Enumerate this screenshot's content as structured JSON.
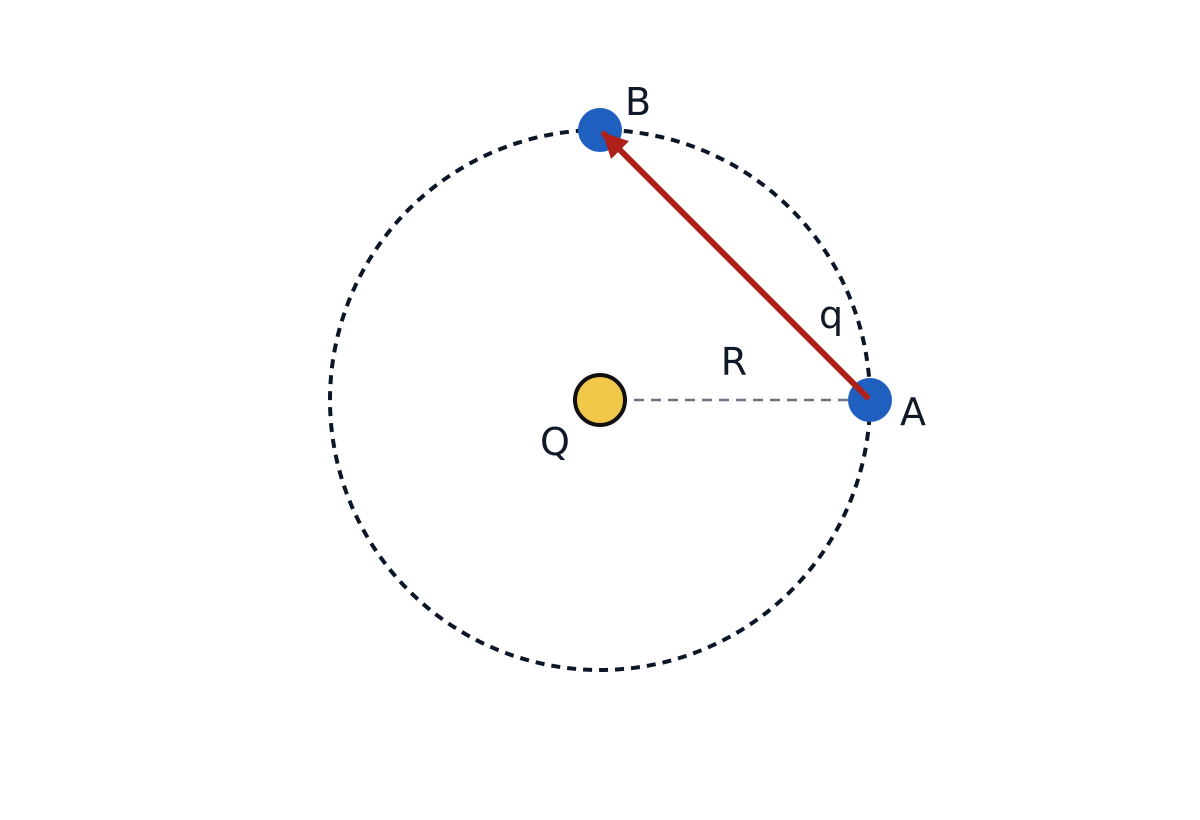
{
  "labels": {
    "source_charge": "Q",
    "test_charge": "q",
    "radius": "R",
    "point_a": "A",
    "point_b": "B"
  },
  "colors": {
    "path_circle": "#0b1626",
    "source_fill": "#f2c84b",
    "source_stroke": "#111111",
    "point_fill": "#1f5fbf",
    "displacement_arrow": "#b0201a",
    "radius_line": "#6b7280",
    "label_text": "#111827",
    "background": "#ffffff"
  }
}
